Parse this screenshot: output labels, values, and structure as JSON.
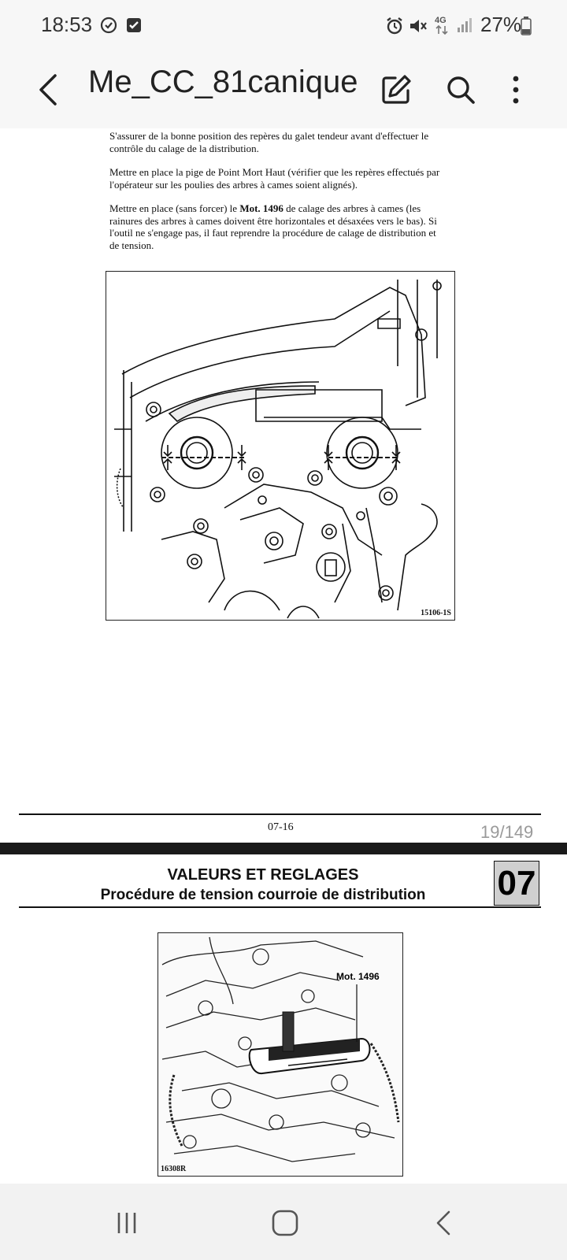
{
  "status_bar": {
    "time": "18:53",
    "battery": "27%",
    "network_label": "4G",
    "icons": [
      "sync-icon",
      "checkbox-notification-icon",
      "alarm-icon",
      "mute-icon",
      "network-4g-icon",
      "signal-icon",
      "battery-icon"
    ]
  },
  "app_bar": {
    "title": "Me_CC_81canique",
    "actions": [
      "back-icon",
      "edit-icon",
      "search-icon",
      "more-options-icon"
    ]
  },
  "document": {
    "page1": {
      "paragraphs": [
        {
          "text": "S'assurer de la bonne position des repères du galet tendeur avant d'effectuer le contrôle du calage de la distribution."
        },
        {
          "text": "Mettre en place la pige de Point Mort Haut (vérifier que les repères effectués par l'opérateur sur les poulies des arbres à cames soient alignés)."
        },
        {
          "before": "Mettre en place (sans forcer) le ",
          "bold": "Mot. 1496",
          "after": " de calage des arbres à cames (les rainures des arbres à cames doivent être horizontales et désaxées vers le bas). Si l'outil ne s'engage pas, il faut reprendre la procédure de calage de distribution et de tension."
        }
      ],
      "figure_ref": "15106-1S",
      "page_code": "07-16"
    },
    "page_counter": "19/149",
    "page2": {
      "section_title": "VALEURS ET REGLAGES",
      "section_subtitle": "Procédure de tension courroie de distribution",
      "section_number": "07",
      "figure_ref": "16308R",
      "tool_label": "Mot. 1496"
    }
  },
  "nav_bar": {
    "buttons": [
      "recent-apps-icon",
      "home-icon",
      "back-nav-icon"
    ]
  },
  "colors": {
    "bar_background": "#f7f7f7",
    "nav_background": "#f2f2f2",
    "page_separator": "#1a1a1a",
    "badge_fill": "#cfcfcf",
    "counter_text": "#9a9a9a"
  }
}
